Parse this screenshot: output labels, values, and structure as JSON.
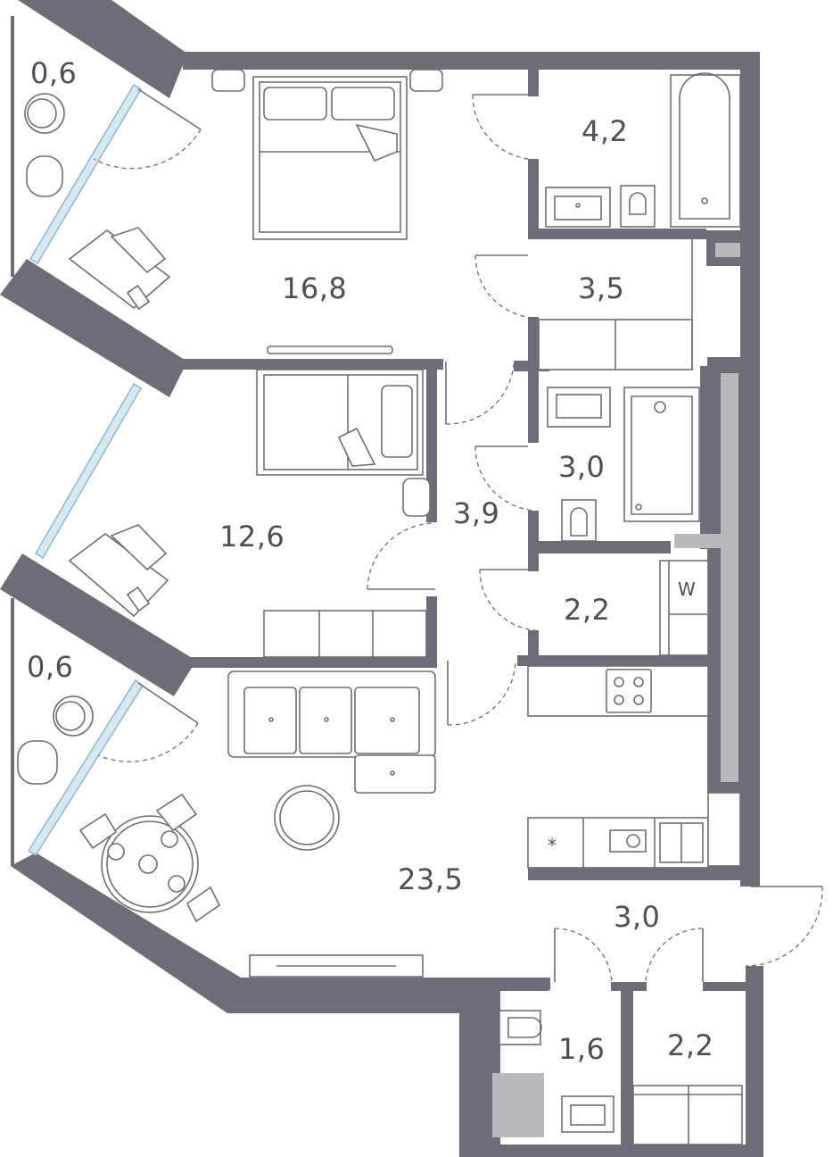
{
  "rooms": [
    {
      "id": "balcony-top",
      "area": "0,6"
    },
    {
      "id": "bedroom",
      "area": "16,8"
    },
    {
      "id": "bathroom-1",
      "area": "4,2"
    },
    {
      "id": "wardrobe-1",
      "area": "3,5"
    },
    {
      "id": "bedroom-2",
      "area": "12,6"
    },
    {
      "id": "corridor",
      "area": "3,9"
    },
    {
      "id": "bathroom-2",
      "area": "3,0"
    },
    {
      "id": "laundry",
      "area": "2,2"
    },
    {
      "id": "balcony-bottom",
      "area": "0,6"
    },
    {
      "id": "living-kitchen",
      "area": "23,5"
    },
    {
      "id": "hall",
      "area": "3,0"
    },
    {
      "id": "wc",
      "area": "1,6"
    },
    {
      "id": "storage",
      "area": "2,2"
    }
  ],
  "appliances": {
    "washer_mark": "W",
    "fridge_mark": "*"
  },
  "colors": {
    "wall": "#6d6e75",
    "glass": "#d7e8f2",
    "shaft": "#b9babe",
    "label": "#4d4e56"
  }
}
